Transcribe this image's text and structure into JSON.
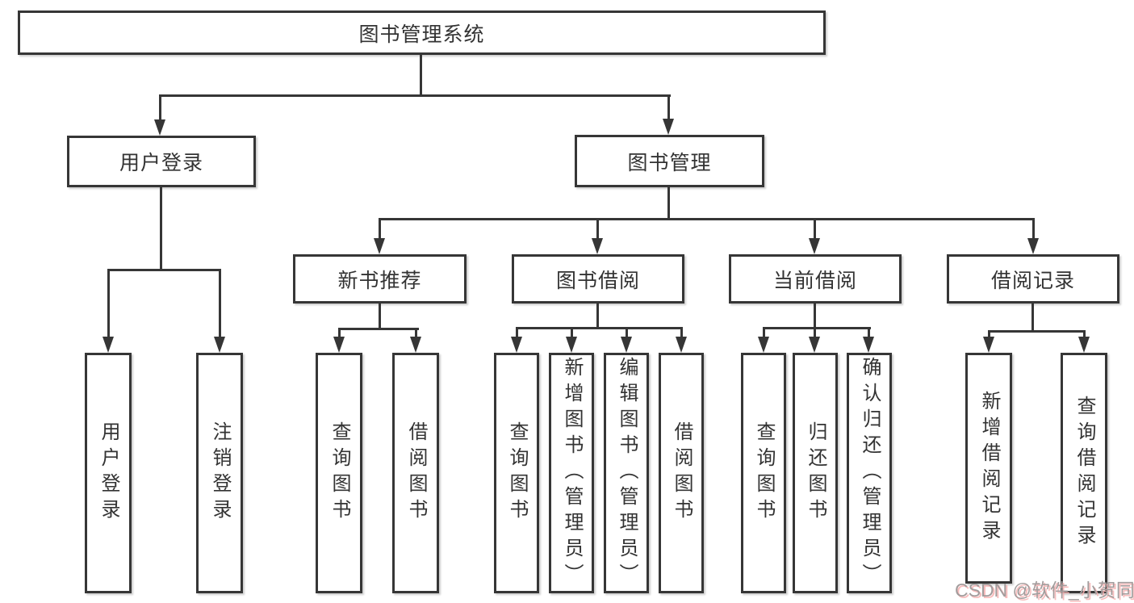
{
  "meta": {
    "background_color": "#ffffff",
    "line_color": "#363636",
    "text_color": "#333333",
    "watermark_color": "#a29c9c",
    "watermark_shadow_color": "#f7b2b2"
  },
  "tree": {
    "root": {
      "label": "图书管理系统",
      "children": [
        {
          "label": "用户登录",
          "children": [
            {
              "label": "用户登录"
            },
            {
              "label": "注销登录"
            }
          ]
        },
        {
          "label": "图书管理",
          "children": [
            {
              "label": "新书推荐",
              "children": [
                {
                  "label": "查询图书"
                },
                {
                  "label": "借阅图书"
                }
              ]
            },
            {
              "label": "图书借阅",
              "children": [
                {
                  "label": "查询图书"
                },
                {
                  "label": "新增图书（管理员）"
                },
                {
                  "label": "编辑图书（管理员）"
                },
                {
                  "label": "借阅图书"
                }
              ]
            },
            {
              "label": "当前借阅",
              "children": [
                {
                  "label": "查询图书"
                },
                {
                  "label": "归还图书"
                },
                {
                  "label": "确认归还（管理员）"
                }
              ]
            },
            {
              "label": "借阅记录",
              "children": [
                {
                  "label": "新增借阅记录"
                },
                {
                  "label": "查询借阅记录"
                }
              ]
            }
          ]
        }
      ]
    }
  },
  "watermark": {
    "text": "CSDN @软件_小贺同学"
  }
}
